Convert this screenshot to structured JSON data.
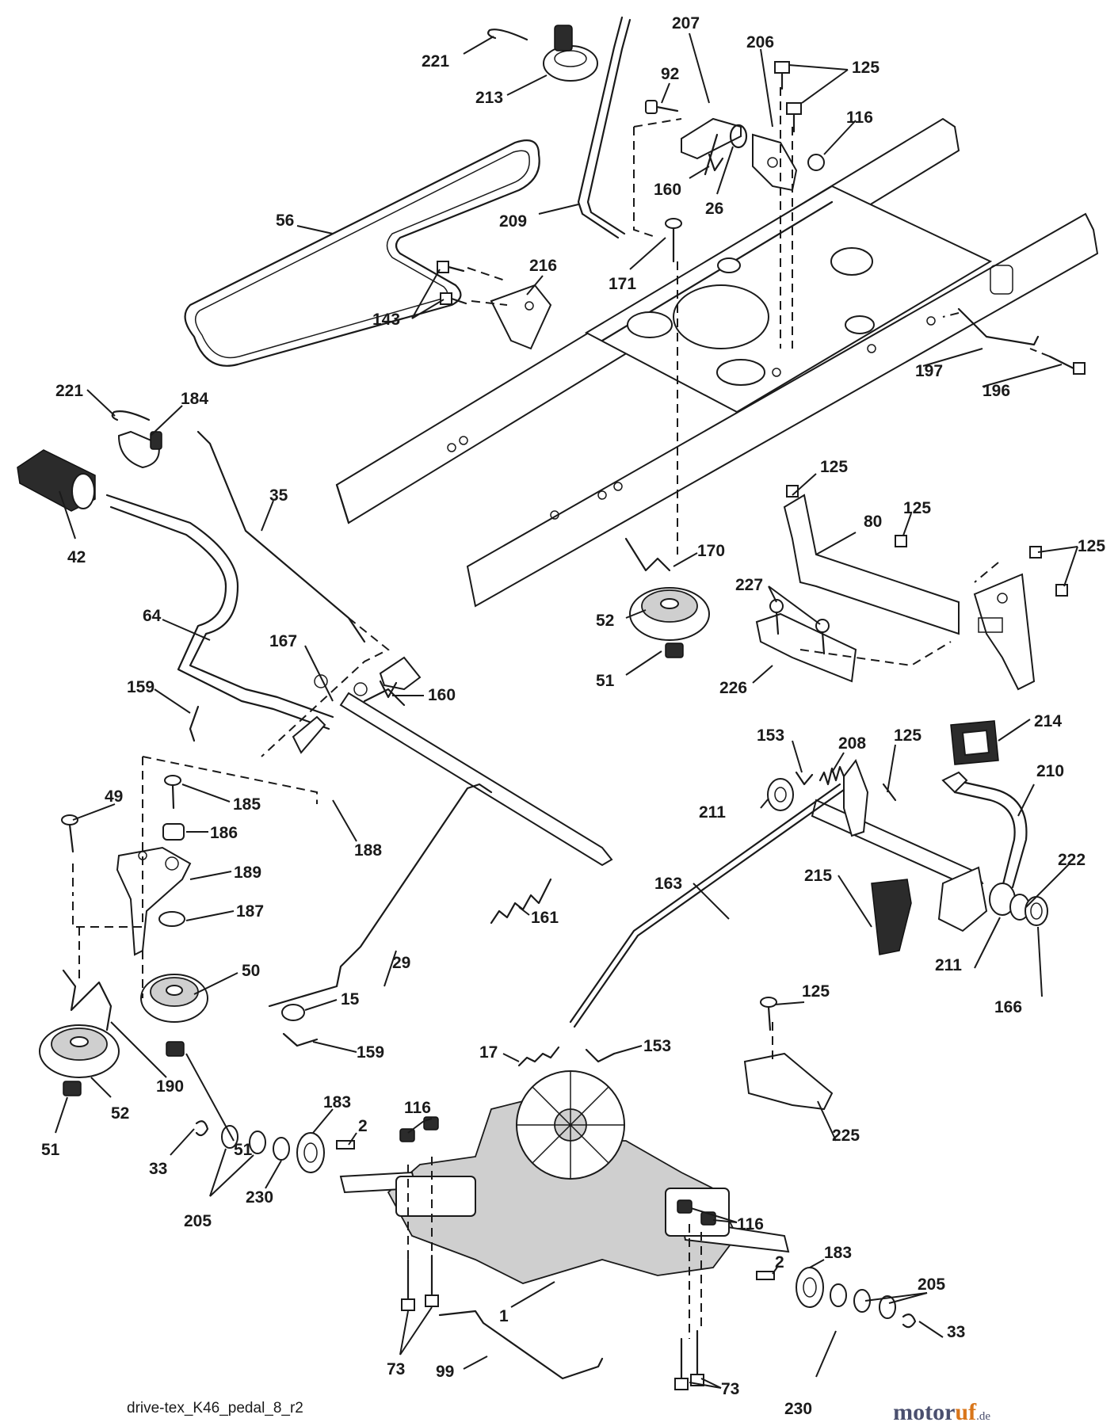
{
  "callouts": [
    {
      "id": "c221a",
      "text": "221"
    },
    {
      "id": "c213",
      "text": "213"
    },
    {
      "id": "c207",
      "text": "207"
    },
    {
      "id": "c92",
      "text": "92"
    },
    {
      "id": "c206",
      "text": "206"
    },
    {
      "id": "c125a",
      "text": "125"
    },
    {
      "id": "c116a",
      "text": "116"
    },
    {
      "id": "c160a",
      "text": "160"
    },
    {
      "id": "c26",
      "text": "26"
    },
    {
      "id": "c209",
      "text": "209"
    },
    {
      "id": "c56",
      "text": "56"
    },
    {
      "id": "c171",
      "text": "171"
    },
    {
      "id": "c216",
      "text": "216"
    },
    {
      "id": "c143",
      "text": "143"
    },
    {
      "id": "c197",
      "text": "197"
    },
    {
      "id": "c196",
      "text": "196"
    },
    {
      "id": "c221b",
      "text": "221"
    },
    {
      "id": "c184",
      "text": "184"
    },
    {
      "id": "c35",
      "text": "35"
    },
    {
      "id": "c42",
      "text": "42"
    },
    {
      "id": "c125b",
      "text": "125"
    },
    {
      "id": "c125c",
      "text": "125"
    },
    {
      "id": "c80",
      "text": "80"
    },
    {
      "id": "c125d",
      "text": "125"
    },
    {
      "id": "c170",
      "text": "170"
    },
    {
      "id": "c227",
      "text": "227"
    },
    {
      "id": "c52a",
      "text": "52"
    },
    {
      "id": "c64",
      "text": "64"
    },
    {
      "id": "c51a",
      "text": "51"
    },
    {
      "id": "c226",
      "text": "226"
    },
    {
      "id": "c167",
      "text": "167"
    },
    {
      "id": "c159a",
      "text": "159"
    },
    {
      "id": "c160b",
      "text": "160"
    },
    {
      "id": "c214",
      "text": "214"
    },
    {
      "id": "c153a",
      "text": "153"
    },
    {
      "id": "c208",
      "text": "208"
    },
    {
      "id": "c125e",
      "text": "125"
    },
    {
      "id": "c210",
      "text": "210"
    },
    {
      "id": "c49",
      "text": "49"
    },
    {
      "id": "c185",
      "text": "185"
    },
    {
      "id": "c211a",
      "text": "211"
    },
    {
      "id": "c188",
      "text": "188"
    },
    {
      "id": "c186",
      "text": "186"
    },
    {
      "id": "c222",
      "text": "222"
    },
    {
      "id": "c189",
      "text": "189"
    },
    {
      "id": "c163",
      "text": "163"
    },
    {
      "id": "c161",
      "text": "161"
    },
    {
      "id": "c215",
      "text": "215"
    },
    {
      "id": "c187",
      "text": "187"
    },
    {
      "id": "c211b",
      "text": "211"
    },
    {
      "id": "c50",
      "text": "50"
    },
    {
      "id": "c29",
      "text": "29"
    },
    {
      "id": "c166",
      "text": "166"
    },
    {
      "id": "c15",
      "text": "15"
    },
    {
      "id": "c125f",
      "text": "125"
    },
    {
      "id": "c159b",
      "text": "159"
    },
    {
      "id": "c17",
      "text": "17"
    },
    {
      "id": "c153b",
      "text": "153"
    },
    {
      "id": "c190",
      "text": "190"
    },
    {
      "id": "c51b",
      "text": "51"
    },
    {
      "id": "c183a",
      "text": "183"
    },
    {
      "id": "c116b",
      "text": "116"
    },
    {
      "id": "c52b",
      "text": "52"
    },
    {
      "id": "c225",
      "text": "225"
    },
    {
      "id": "c2a",
      "text": "2"
    },
    {
      "id": "c51c",
      "text": "51"
    },
    {
      "id": "c33a",
      "text": "33"
    },
    {
      "id": "c230a",
      "text": "230"
    },
    {
      "id": "c116c",
      "text": "116"
    },
    {
      "id": "c205a",
      "text": "205"
    },
    {
      "id": "c183b",
      "text": "183"
    },
    {
      "id": "c2b",
      "text": "2"
    },
    {
      "id": "c205b",
      "text": "205"
    },
    {
      "id": "c1",
      "text": "1"
    },
    {
      "id": "c73a",
      "text": "73"
    },
    {
      "id": "c33b",
      "text": "33"
    },
    {
      "id": "c99",
      "text": "99"
    },
    {
      "id": "c73b",
      "text": "73"
    },
    {
      "id": "c230b",
      "text": "230"
    }
  ],
  "caption": "drive-tex_K46_pedal_8_r2",
  "watermark": {
    "part1": "motor",
    "part2": "uf",
    "suffix": ".de"
  }
}
